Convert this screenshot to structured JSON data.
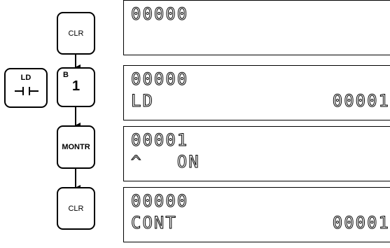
{
  "keys": {
    "clr_top": "CLR",
    "ld_label": "LD",
    "b1_superscript": "B",
    "b1_main": "1",
    "montr": "MONTR",
    "clr_bottom": "CLR"
  },
  "displays": [
    {
      "line1": "00000",
      "line2_left": "",
      "line2_right": ""
    },
    {
      "line1": "00000",
      "line2_left": "LD",
      "line2_right": "00001"
    },
    {
      "line1": "00001",
      "line2_left": "^   ON",
      "line2_right": ""
    },
    {
      "line1": "00000",
      "line2_left": "CONT",
      "line2_right": "00001"
    }
  ]
}
